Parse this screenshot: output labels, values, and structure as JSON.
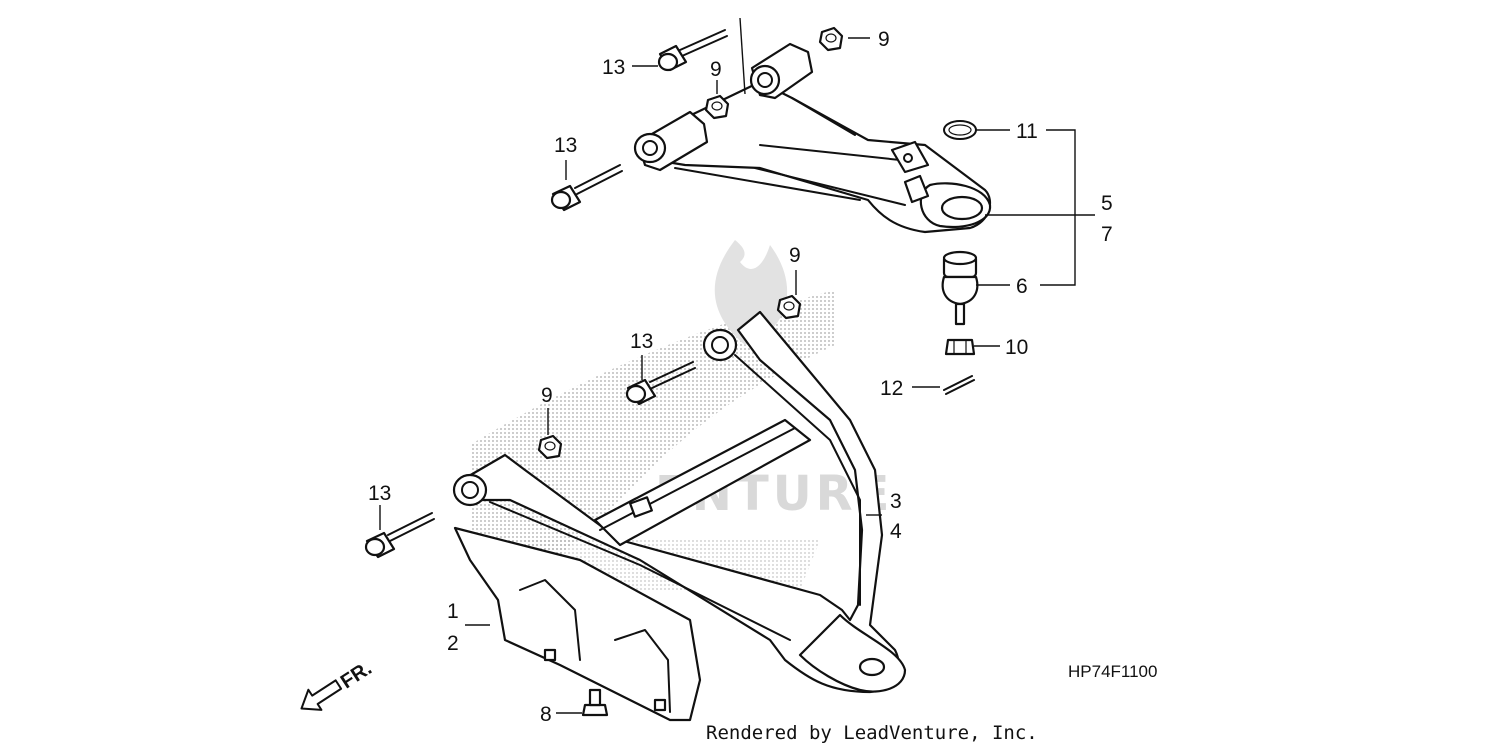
{
  "diagram_code": "HP74F1100",
  "credit": "Rendered by LeadVenture, Inc.",
  "watermark": "ENTURE",
  "direction_label": "FR.",
  "callouts": {
    "c1": "1",
    "c2": "2",
    "c3": "3",
    "c4": "4",
    "c5": "5",
    "c6": "6",
    "c7": "7",
    "c8": "8",
    "c9a": "9",
    "c9b": "9",
    "c9c": "9",
    "c9d": "9",
    "c10": "10",
    "c11": "11",
    "c12": "12",
    "c13a": "13",
    "c13b": "13",
    "c13c": "13",
    "c13d": "13"
  },
  "colors": {
    "line": "#111111",
    "watermark": "#d9d9d9",
    "stipple": "#9a9a9a",
    "background": "#ffffff"
  }
}
